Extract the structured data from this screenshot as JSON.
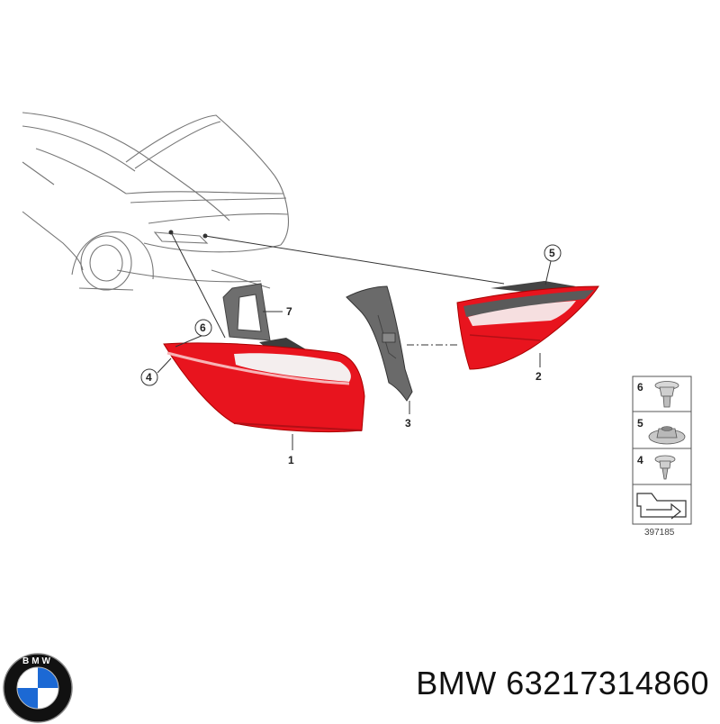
{
  "diagram": {
    "callouts": [
      {
        "id": "1",
        "label": "1"
      },
      {
        "id": "2",
        "label": "2"
      },
      {
        "id": "3",
        "label": "3"
      },
      {
        "id": "4",
        "label": "4"
      },
      {
        "id": "5",
        "label": "5"
      },
      {
        "id": "6",
        "label": "6"
      },
      {
        "id": "7",
        "label": "7"
      }
    ],
    "legend": {
      "items": [
        {
          "label": "6",
          "icon": "bolt-icon"
        },
        {
          "label": "5",
          "icon": "nut-icon"
        },
        {
          "label": "4",
          "icon": "screw-icon"
        }
      ],
      "reference_number": "397185"
    }
  },
  "brand": {
    "name": "BMW",
    "part_number": "63217314860",
    "logo_letters": "BMW"
  },
  "colors": {
    "lamp_red": "#e8141e",
    "lamp_dark_red": "#b30f16",
    "housing_grey": "#5a5a5a",
    "logo_blue": "#1c69d4",
    "logo_black": "#111111"
  }
}
